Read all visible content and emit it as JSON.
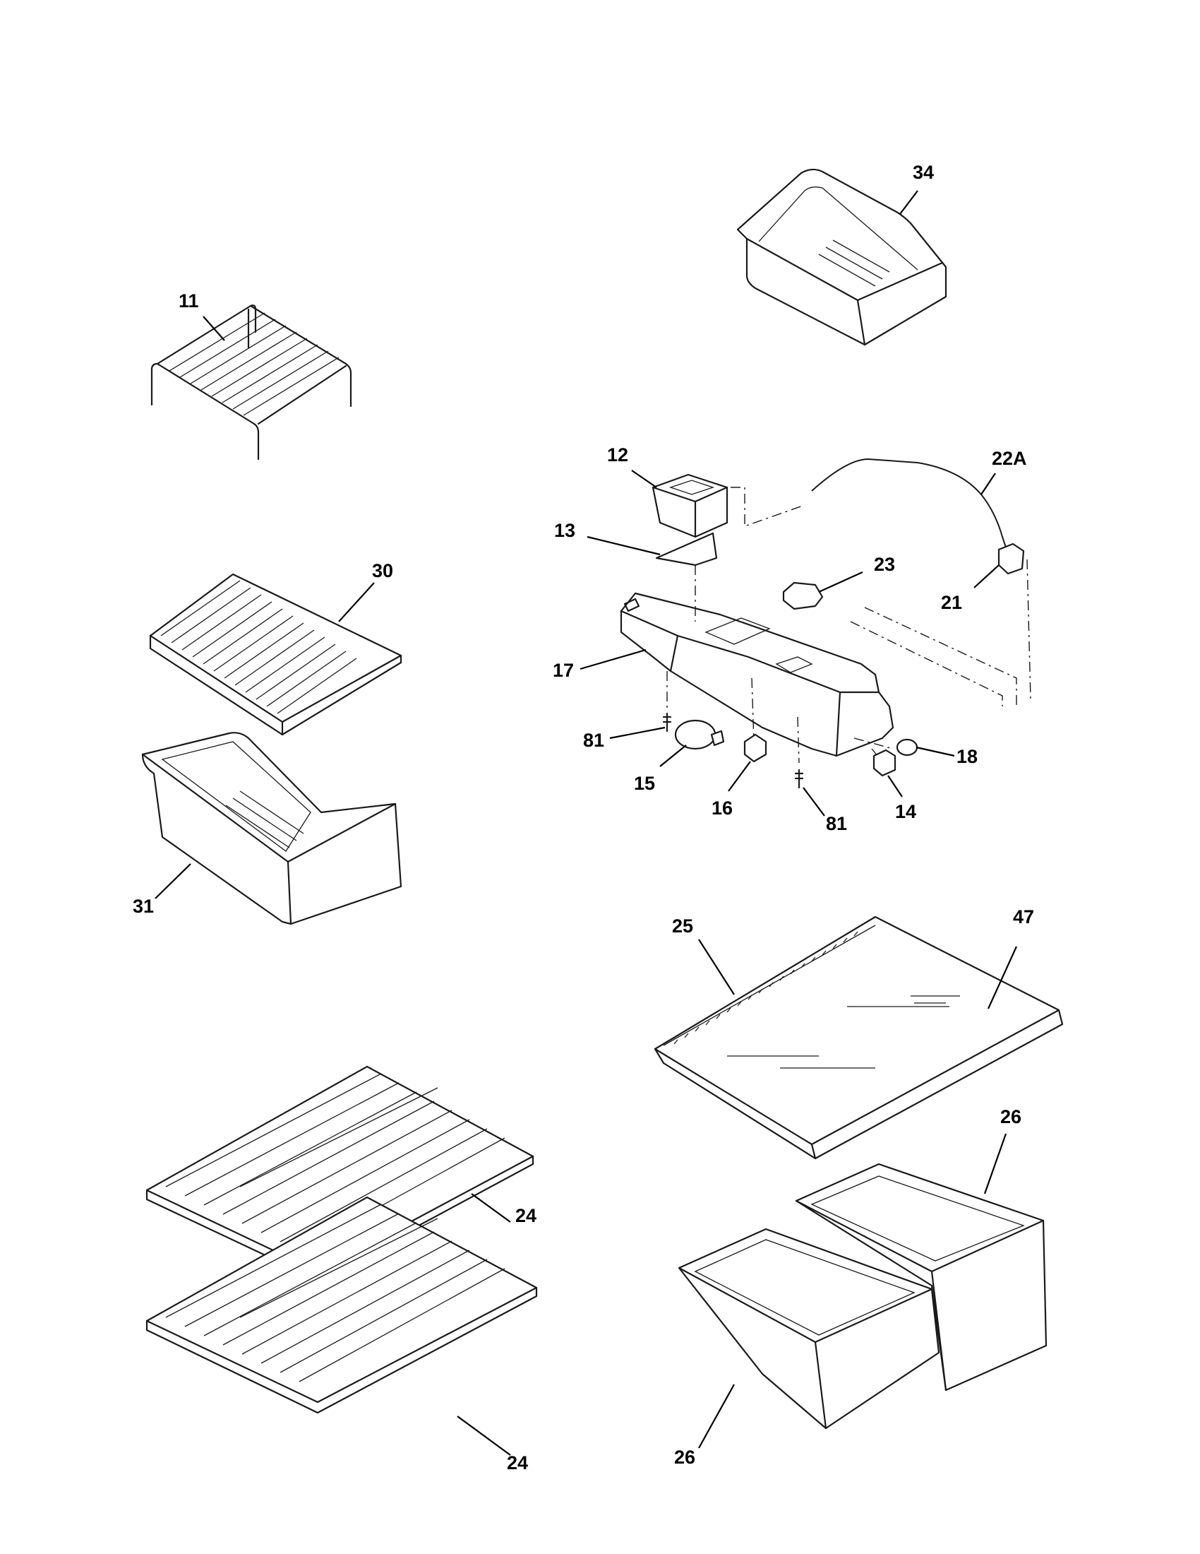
{
  "diagram": {
    "callouts": {
      "c11": "11",
      "c34": "34",
      "c12": "12",
      "c22a": "22A",
      "c13": "13",
      "c23": "23",
      "c21": "21",
      "c30": "30",
      "c17": "17",
      "c81a": "81",
      "c18": "18",
      "c15": "15",
      "c16": "16",
      "c81b": "81",
      "c14": "14",
      "c31": "31",
      "c25": "25",
      "c47": "47",
      "c26a": "26",
      "c24a": "24",
      "c24b": "24",
      "c26b": "26"
    }
  }
}
